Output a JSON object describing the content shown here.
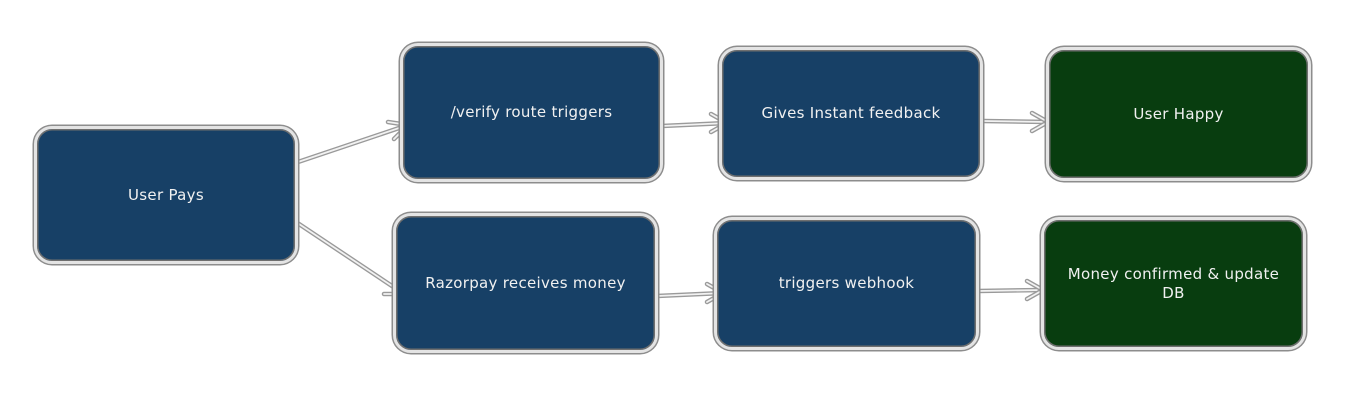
{
  "nodes": [
    {
      "id": "user-pays",
      "label": "User Pays",
      "color": "#174066"
    },
    {
      "id": "verify-route",
      "label": "/verify route triggers",
      "color": "#174066"
    },
    {
      "id": "instant-feedback",
      "label": "Gives Instant feedback",
      "color": "#174066"
    },
    {
      "id": "user-happy",
      "label": "User Happy",
      "color": "#083d0f"
    },
    {
      "id": "razorpay-receives",
      "label": "Razorpay receives money",
      "color": "#174066"
    },
    {
      "id": "triggers-webhook",
      "label": "triggers webhook",
      "color": "#174066"
    },
    {
      "id": "money-confirmed",
      "label": "Money confirmed & update DB",
      "color": "#083d0f"
    }
  ],
  "edges": [
    {
      "from": "user-pays",
      "to": "verify-route"
    },
    {
      "from": "user-pays",
      "to": "razorpay-receives"
    },
    {
      "from": "verify-route",
      "to": "instant-feedback"
    },
    {
      "from": "instant-feedback",
      "to": "user-happy"
    },
    {
      "from": "razorpay-receives",
      "to": "triggers-webhook"
    },
    {
      "from": "triggers-webhook",
      "to": "money-confirmed"
    }
  ]
}
